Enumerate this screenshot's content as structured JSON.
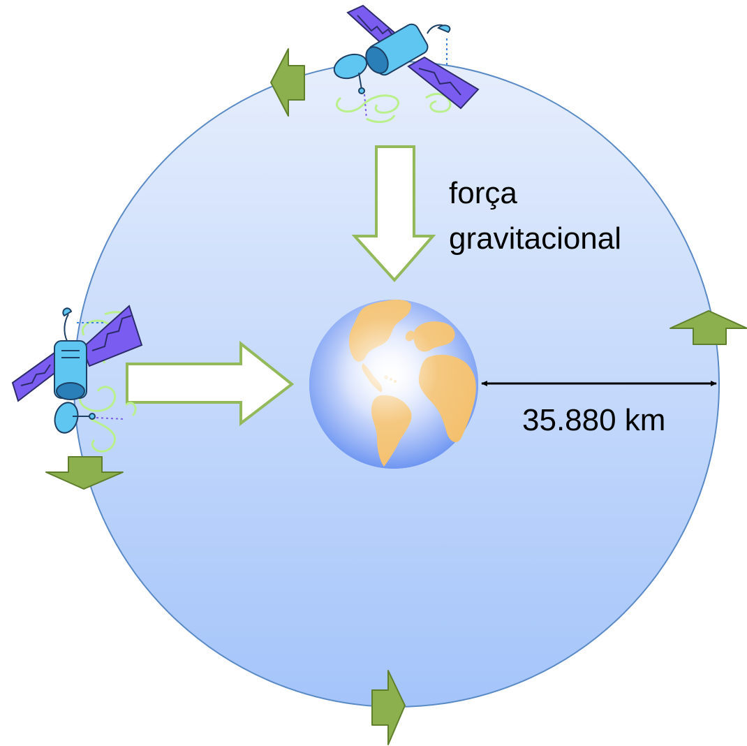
{
  "labels": {
    "force": [
      "força",
      "gravitacional"
    ],
    "distance": "35.880 km"
  },
  "colors": {
    "orbit_fill_top": "#e6eefc",
    "orbit_fill_bottom": "#a4c4fa",
    "orbit_stroke": "#5a8ac6",
    "arrow_fill": "#8db04e",
    "arrow_stroke": "#5f7f2c",
    "force_arrow_stroke": "#93b95a",
    "earth_ocean": "#5b88f0",
    "earth_land": "#f3bf6b",
    "satellite_body": "#5fc6f2",
    "satellite_panel": "#7b5cf0",
    "wire": "#b9f08c"
  },
  "icons": [
    "satellite-icon",
    "earth-icon",
    "velocity-arrow",
    "force-arrow",
    "distance-arrow"
  ]
}
